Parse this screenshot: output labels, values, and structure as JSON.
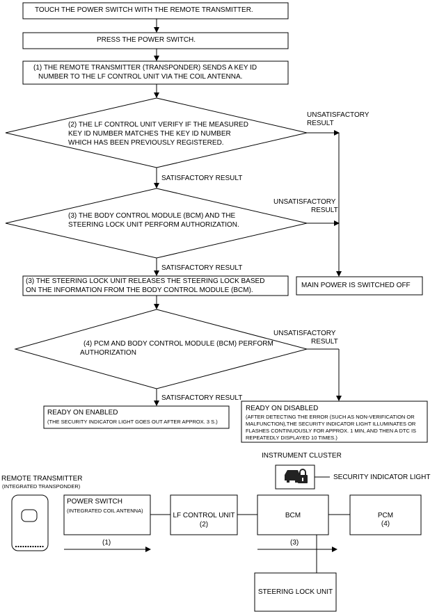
{
  "flow": {
    "step_touch": "TOUCH THE POWER SWITCH WITH THE REMOTE TRANSMITTER.",
    "step_press": "PRESS THE POWER SWITCH.",
    "step1_line1": "(1) THE REMOTE TRANSMITTER (TRANSPONDER) SENDS A KEY ID",
    "step1_line2": "NUMBER TO THE LF CONTROL UNIT VIA THE COIL ANTENNA.",
    "decision2_line1": "(2) THE LF CONTROL UNIT VERIFY IF THE MEASURED",
    "decision2_line2": "KEY ID NUMBER MATCHES THE KEY ID NUMBER",
    "decision2_line3": "WHICH HAS BEEN PREVIOUSLY REGISTERED.",
    "decision3_line1": "(3) THE BODY CONTROL MODULE (BCM) AND THE",
    "decision3_line2": "STEERING LOCK UNIT PERFORM AUTHORIZATION.",
    "step3b_line1": "(3) THE STEERING LOCK UNIT RELEASES THE STEERING LOCK BASED",
    "step3b_line2": "ON THE INFORMATION FROM THE BODY CONTROL MODULE (BCM).",
    "decision4_line1": "(4) PCM AND BODY CONTROL MODULE (BCM) PERFORM",
    "decision4_line2": "AUTHORIZATION",
    "satisfactory": "SATISFACTORY RESULT",
    "unsatisfactory_line1": "UNSATISFACTORY",
    "unsatisfactory_line2": "RESULT",
    "main_power_off": "MAIN POWER IS SWITCHED OFF",
    "ready_enabled_title": "READY ON ENABLED",
    "ready_enabled_note": "(THE SECURITY INDICATOR LIGHT GOES OUT AFTER APPROX. 3 S.)",
    "ready_disabled_title": "READY ON DISABLED",
    "ready_disabled_note1": "(AFTER DETECTING THE ERROR (SUCH AS NON-VERIFICATION OR",
    "ready_disabled_note2": "MALFUNCTION),THE SECURITY INDICATOR LIGHT ILLUMINATES OR",
    "ready_disabled_note3": "FLASHES CONTINUOUSLY FOR APPROX. 1 MIN, AND THEN A DTC IS",
    "ready_disabled_note4": "REPEATEDLY DISPLAYED 10 TIMES.)"
  },
  "system": {
    "remote_label": "REMOTE TRANSMITTER",
    "remote_sub": "(INTEGRATED TRANSPONDER)",
    "power_switch": "POWER SWITCH",
    "power_switch_sub": "(INTEGRATED COIL ANTENNA)",
    "lf_unit": "LF CONTROL UNIT",
    "lf_num": "(2)",
    "bcm": "BCM",
    "pcm": "PCM",
    "pcm_num": "(4)",
    "cluster_label": "INSTRUMENT CLUSTER",
    "security_light": "SECURITY INDICATOR LIGHT",
    "steering_lock": "STEERING LOCK UNIT",
    "signal1": "(1)",
    "signal3": "(3)"
  },
  "colors": {
    "line": "#000000",
    "background": "#ffffff",
    "indicator": "#222222"
  }
}
